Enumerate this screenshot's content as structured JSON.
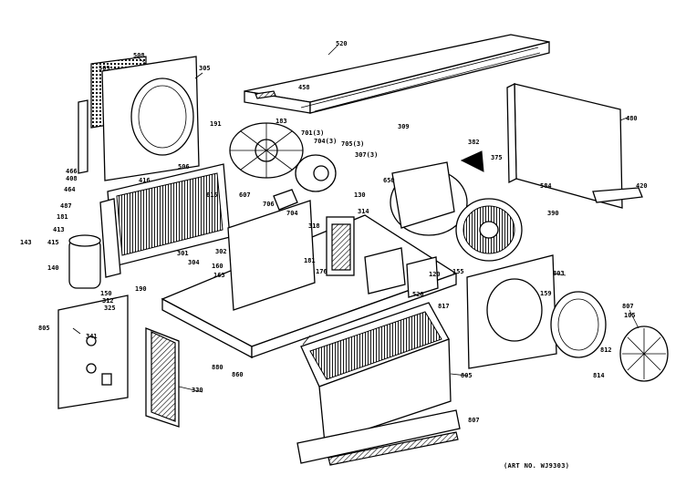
{
  "art_number": "(ART NO. WJ9303)",
  "callouts": {
    "c1": "508",
    "c2": "509",
    "c3": "305",
    "c4": "520",
    "c5": "458",
    "c6": "191",
    "c7": "183",
    "c8": "701(3)",
    "c9": "704(3)",
    "c10": "705(3)",
    "c11": "307(3)",
    "c12": "309",
    "c13": "382",
    "c14": "375",
    "c15": "480",
    "c16": "420",
    "c17": "584",
    "c18": "390",
    "c19": "416",
    "c20": "506",
    "c21": "615",
    "c22": "466",
    "c23": "464",
    "c24": "487",
    "c25": "408",
    "c26": "413",
    "c27": "415",
    "c28": "143",
    "c29": "181",
    "c30": "140",
    "c31": "190",
    "c32": "607",
    "c33": "706",
    "c34": "704",
    "c35": "301",
    "c36": "304",
    "c37": "302",
    "c38": "160",
    "c39": "163",
    "c40": "520",
    "c41": "155",
    "c42": "803",
    "c43": "159",
    "c44": "105",
    "c45": "807",
    "c46": "805",
    "c47": "341",
    "c48": "150",
    "c49": "312",
    "c50": "325",
    "c51": "330",
    "c52": "880",
    "c53": "860",
    "c54": "817",
    "c55": "805",
    "c56": "807",
    "c57": "812",
    "c58": "814",
    "c59": "120",
    "c60": "318",
    "c61": "181",
    "c62": "176",
    "c63": "314",
    "c64": "650",
    "c65": "130"
  }
}
